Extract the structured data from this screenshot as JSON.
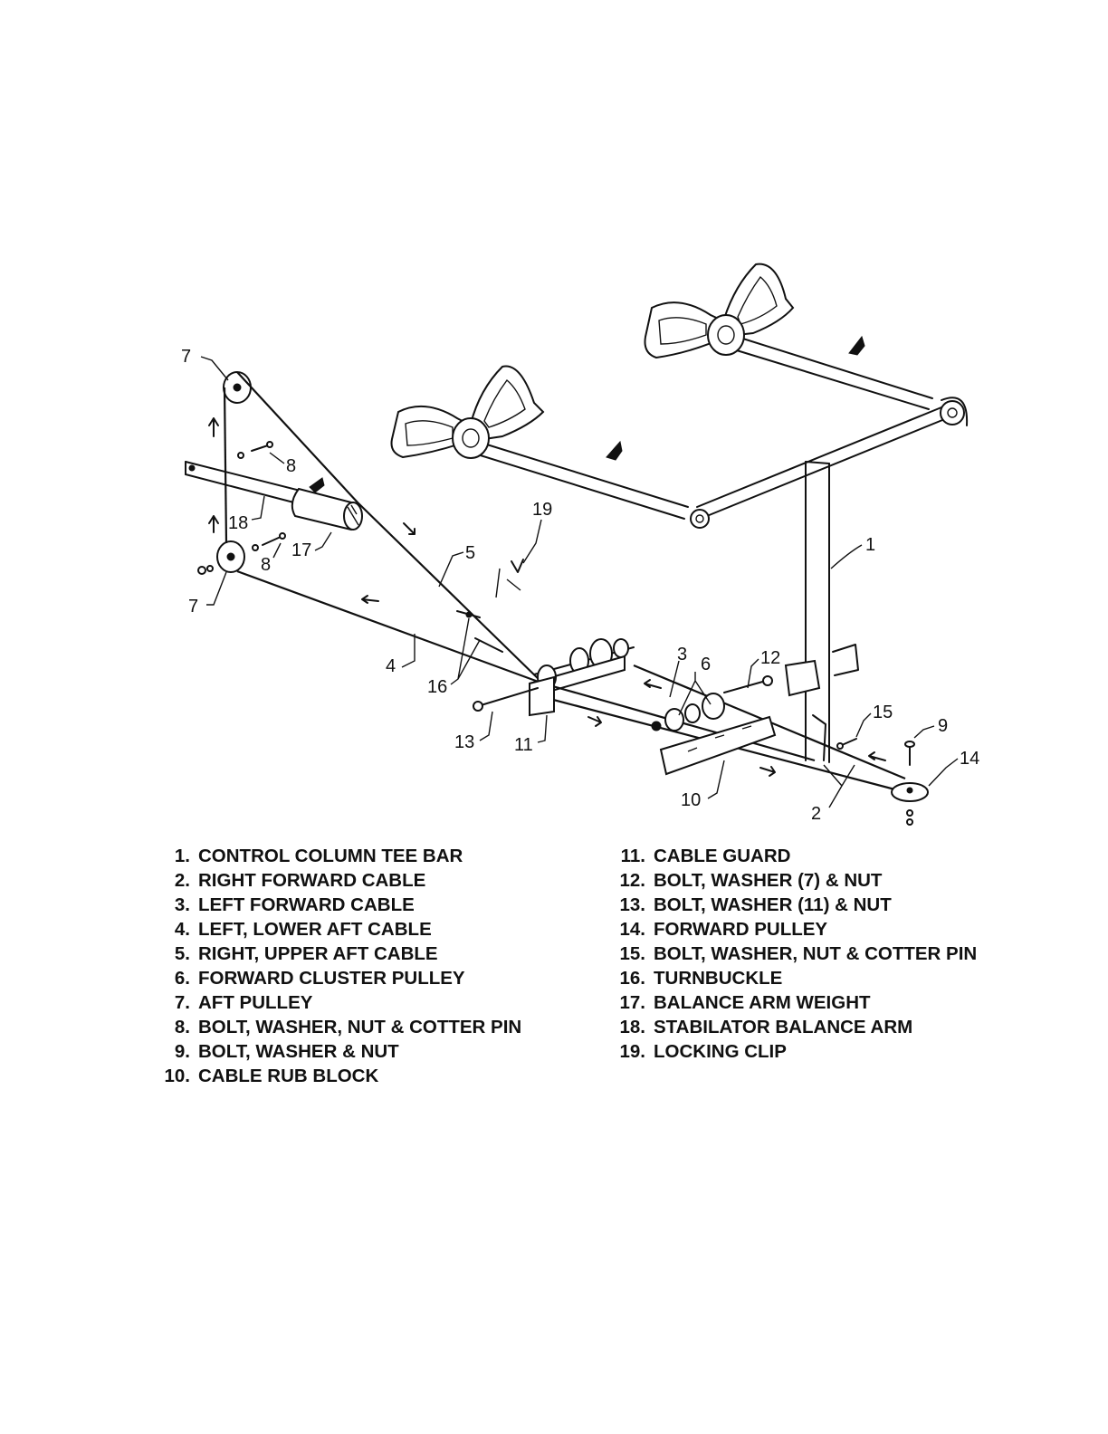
{
  "callouts": {
    "c1": "1",
    "c2": "2",
    "c3": "3",
    "c4": "4",
    "c5": "5",
    "c6": "6",
    "c7": "7",
    "c8": "8",
    "c9": "9",
    "c10": "10",
    "c11": "11",
    "c12": "12",
    "c13": "13",
    "c14": "14",
    "c15": "15",
    "c16": "16",
    "c17": "17",
    "c18": "18",
    "c19": "19"
  },
  "legend": {
    "left": [
      {
        "num": "1.",
        "label": "CONTROL COLUMN TEE BAR"
      },
      {
        "num": "2.",
        "label": "RIGHT FORWARD CABLE"
      },
      {
        "num": "3.",
        "label": "LEFT FORWARD CABLE"
      },
      {
        "num": "4.",
        "label": "LEFT, LOWER AFT CABLE"
      },
      {
        "num": "5.",
        "label": "RIGHT, UPPER AFT CABLE"
      },
      {
        "num": "6.",
        "label": "FORWARD CLUSTER PULLEY"
      },
      {
        "num": "7.",
        "label": "AFT PULLEY"
      },
      {
        "num": "8.",
        "label": "BOLT, WASHER, NUT & COTTER PIN"
      },
      {
        "num": "9.",
        "label": "BOLT, WASHER & NUT"
      },
      {
        "num": "10.",
        "label": "CABLE RUB BLOCK"
      }
    ],
    "right": [
      {
        "num": "11.",
        "label": "CABLE GUARD"
      },
      {
        "num": "12.",
        "label": "BOLT, WASHER (7) & NUT"
      },
      {
        "num": "13.",
        "label": "BOLT, WASHER (11) & NUT"
      },
      {
        "num": "14.",
        "label": "FORWARD PULLEY"
      },
      {
        "num": "15.",
        "label": "BOLT, WASHER, NUT & COTTER PIN"
      },
      {
        "num": "16.",
        "label": "TURNBUCKLE"
      },
      {
        "num": "17.",
        "label": "BALANCE ARM WEIGHT"
      },
      {
        "num": "18.",
        "label": "STABILATOR BALANCE ARM"
      },
      {
        "num": "19.",
        "label": "LOCKING CLIP"
      }
    ]
  }
}
